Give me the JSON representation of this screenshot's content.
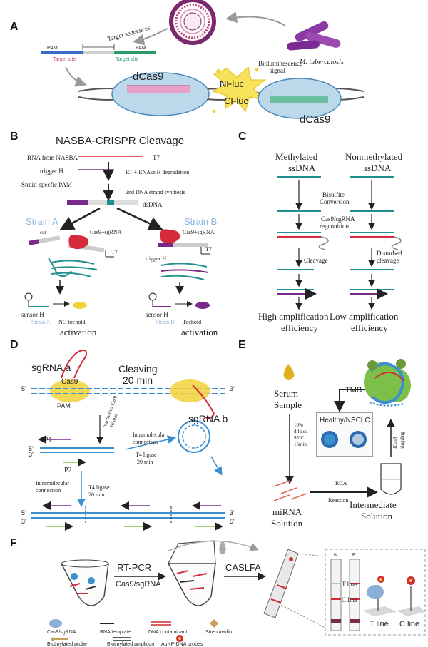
{
  "panels": {
    "A": {
      "letter": "A",
      "target_sequences": "Target sequences",
      "pam_left": "PAM",
      "pam_right": "PAM",
      "target_site_1": "Target site",
      "target_site_2": "Target site",
      "organism": "M. tuberculosis",
      "dcas9_left": "dCas9",
      "dcas9_right": "dCas9",
      "nfluc": "NFluc",
      "cfluc": "CFluc",
      "signal_1": "Bioluminescence",
      "signal_2": "signal"
    },
    "B": {
      "letter": "B",
      "title": "NASBA-CRISPR Cleavage",
      "rna": "RNA from NASBA",
      "t7_top": "T7",
      "trigger_h": "trigger H",
      "rt_rnase": "RT + RNAse H degradation",
      "pam": "Strain-specfic PAM",
      "second_strand": "2nd DNA strand synthesis",
      "dsdna": "dsDNA",
      "strain_a": "Strain A",
      "strain_b": "Strain B",
      "cut": "cut",
      "cas9_left": "Cas9+sgRNA",
      "cas9_right": "Cas9+sgRNA",
      "t7_left": "T7",
      "t7_right": "T7",
      "trigger_h_right": "trigger H",
      "sensor_left": "sensor H",
      "sensor_right": "sensor H",
      "strain_a_tag": "Strain A:",
      "strain_a_result": "NO toehold",
      "strain_b_tag": "Strain B:",
      "strain_b_result": "Toehold",
      "activation_left": "activation",
      "activation_right": "activation"
    },
    "C": {
      "letter": "C",
      "methylated_1": "Methylated",
      "methylated_2": "ssDNA",
      "nonmethylated_1": "Nonmethylated",
      "nonmethylated_2": "ssDNA",
      "bisulfite_1": "Bisulfite",
      "bisulfite_2": "Conversion",
      "cas9_1": "Cas9/sgRNA",
      "cas9_2": "regconition",
      "cleavage": "Cleavage",
      "disturbed_1": "Disturbed",
      "disturbed_2": "cleavage",
      "high_1": "High amplification",
      "high_2": "efficiency",
      "low_1": "Low amplification",
      "low_2": "efficiency"
    },
    "D": {
      "letter": "D",
      "sgrna_a": "sgRNA a",
      "cas9": "Cas9",
      "pam": "PAM",
      "cleaving_1": "Cleaving",
      "cleaving_2": "20 min",
      "sgrna_b": "sgRNA b",
      "inactivated_1": "Inactivated Cas9",
      "inactivated_2": "10 min",
      "p1": "P1",
      "p2": "P2",
      "intra_1": "Intramolecular",
      "intra_2": "connection",
      "t4_1": "T4 ligase",
      "t4_2": "20 min",
      "intra_left_1": "Intramolecular",
      "intra_left_2": "connection",
      "t4_left_1": "T4 ligase",
      "t4_left_2": "20 min",
      "five": "5'",
      "three": "3'"
    },
    "E": {
      "letter": "E",
      "serum_1": "Serum",
      "serum_2": "Sample",
      "tmb": "TMB",
      "healthy": "Healthy/NSCLC",
      "cond_1": "10%",
      "cond_2": "diluted",
      "cond_3": "95°C",
      "cond_4": "15min",
      "dcas9_1": "dCas9",
      "dcas9_2": "bingding",
      "rca_1": "RCA",
      "rca_2": "Reaction",
      "mirna_1": "miRNA",
      "mirna_2": "Solution",
      "inter_1": "Intermediate",
      "inter_2": "Solution"
    },
    "F": {
      "letter": "F",
      "rtpcr": "RT-PCR",
      "cas9sg": "Cas9/sgRNA",
      "caslfa": "CASLFA",
      "strip_n": "N",
      "strip_p": "P",
      "t_line": "T line",
      "c_line": "C line",
      "t_line_big": "T line",
      "c_line_big": "C line",
      "legend": [
        "Cas9/sgRNA",
        "RNA template",
        "DNA contaminant",
        "Streptavidin",
        "Biotinylated probe",
        "Biotinylated amplicon",
        "AuNP-DNA probes"
      ]
    }
  },
  "colors": {
    "teal": "#1f8f8f",
    "blue": "#3a8fd0",
    "red": "#d42a3a",
    "purple": "#7a2a8a",
    "yellow": "#f2d23a",
    "green": "#7cc04a",
    "light_blue": "#bcd9ec",
    "strain_label": "#8bb8e0"
  }
}
